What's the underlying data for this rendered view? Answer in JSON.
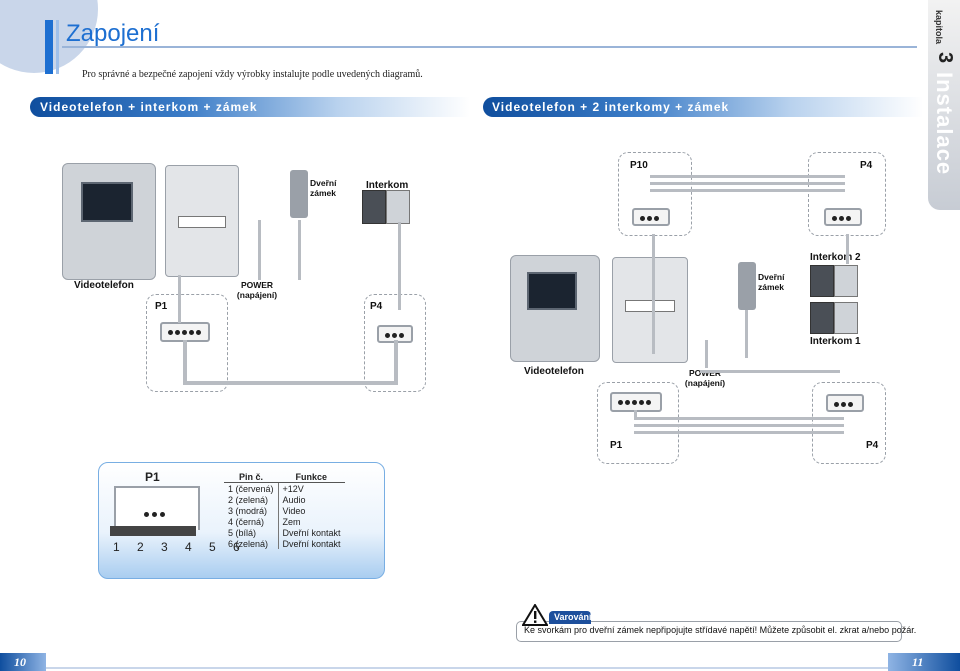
{
  "header": {
    "title": "Zapojení",
    "subtitle": "Pro správné a bezpečné zapojení vždy výrobky instalujte podle uvedených diagramů."
  },
  "sections": {
    "left_title": "Videotelefon + interkom + zámek",
    "right_title": "Videotelefon + 2 interkomy + zámek"
  },
  "side_tab": {
    "chapter_label": "kapitola",
    "chapter_number": "3",
    "chapter_name": "Instalace"
  },
  "diagram_left": {
    "door_lock_label": "Dveřní zámek",
    "interkom_label": "Interkom",
    "videotelefon_label": "Videotelefon",
    "power_label": "POWER (napájení)",
    "p1_label": "P1",
    "p4_label": "P4"
  },
  "diagram_right": {
    "p10_label": "P10",
    "p4_top_label": "P4",
    "door_lock_label": "Dveřní zámek",
    "interkom2_label": "Interkom 2",
    "interkom1_label": "Interkom 1",
    "videotelefon_label": "Videotelefon",
    "power_label": "POWER (napájení)",
    "p1_label": "P1",
    "p4_bottom_label": "P4"
  },
  "pin_panel": {
    "heading": "P1",
    "pin_numbers": "1 2 3 4 5 6",
    "columns": [
      "Pin č.",
      "Funkce"
    ],
    "rows": [
      [
        "1 (červená)",
        "+12V"
      ],
      [
        "2 (zelená)",
        "Audio"
      ],
      [
        "3 (modrá)",
        "Video"
      ],
      [
        "4 (černá)",
        "Zem"
      ],
      [
        "5 (bílá)",
        "Dveřní kontakt"
      ],
      [
        "6 (zelená)",
        "Dveřní kontakt"
      ]
    ]
  },
  "warning": {
    "title": "Varování",
    "text": "Ke svorkám pro dveřní zámek nepřipojujte střídavé napětí! Můžete způsobit el. zkrat a/nebo požár.",
    "icon": "warning-triangle-icon"
  },
  "footer": {
    "page_left": "10",
    "page_right": "11"
  }
}
